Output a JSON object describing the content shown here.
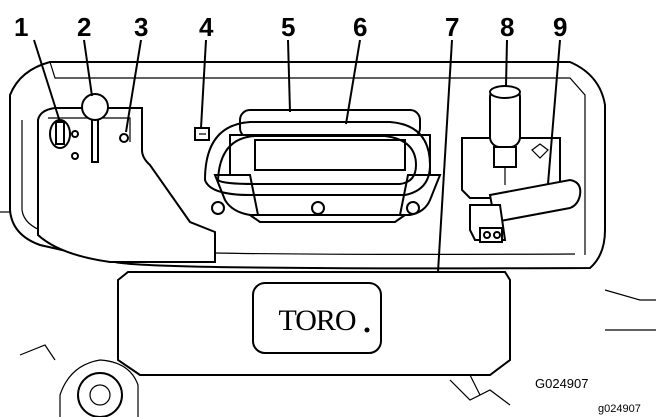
{
  "callouts": [
    "1",
    "2",
    "3",
    "4",
    "5",
    "6",
    "7",
    "8",
    "9"
  ],
  "brand_text": "TORO",
  "figure_code": "G024907",
  "figure_code_small": "g024907"
}
